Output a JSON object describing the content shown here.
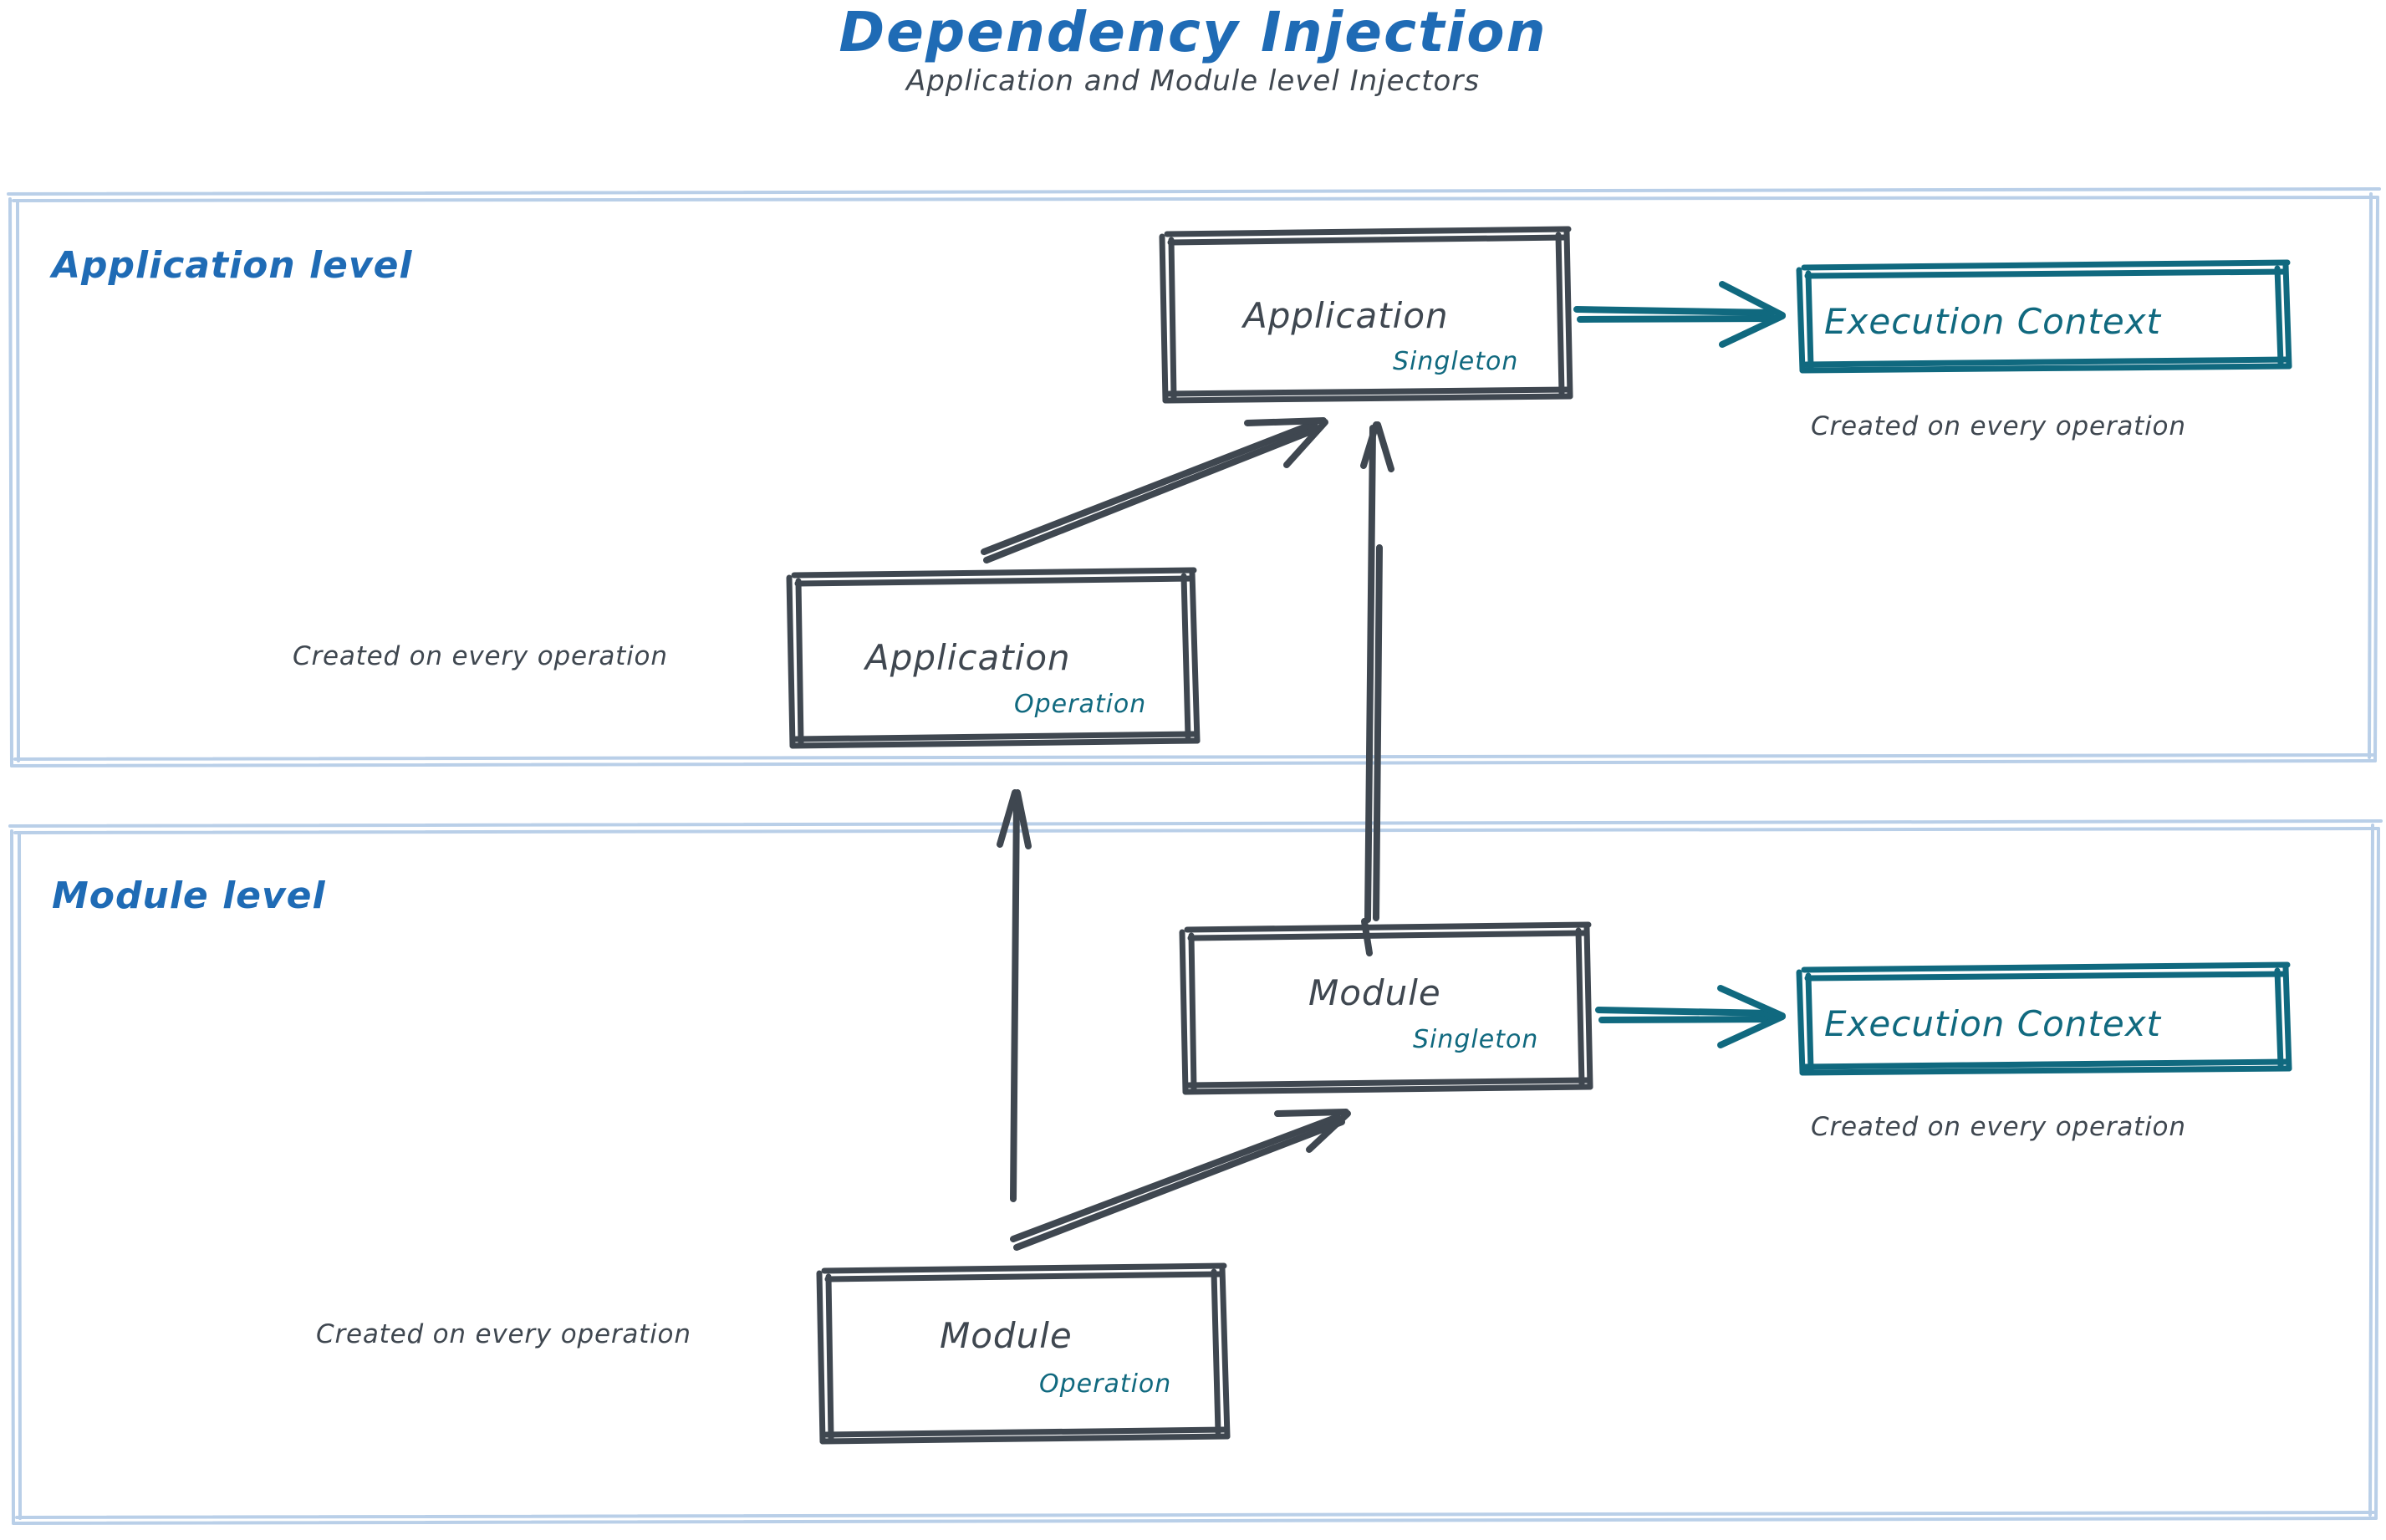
{
  "header": {
    "title": "Dependency Injection",
    "subtitle": "Application and Module level Injectors"
  },
  "colors": {
    "title_blue": "#1f6bb5",
    "section_blue": "#1f6bb5",
    "container_border": "#b9cfe8",
    "ink_dark": "#3f4750",
    "teal": "#10697f",
    "background": "#ffffff"
  },
  "sections": [
    {
      "id": "application-level",
      "label": "Application level",
      "nodes": [
        {
          "id": "application-singleton",
          "title": "Application",
          "scope": "Singleton",
          "style": "ink"
        },
        {
          "id": "application-execution-context",
          "title": "Execution Context",
          "scope": "",
          "style": "teal",
          "caption": "Created on every operation"
        },
        {
          "id": "application-operation",
          "title": "Application",
          "scope": "Operation",
          "style": "ink",
          "caption": "Created on every operation"
        }
      ]
    },
    {
      "id": "module-level",
      "label": "Module level",
      "nodes": [
        {
          "id": "module-singleton",
          "title": "Module",
          "scope": "Singleton",
          "style": "ink"
        },
        {
          "id": "module-execution-context",
          "title": "Execution Context",
          "scope": "",
          "style": "teal",
          "caption": "Created on every operation"
        },
        {
          "id": "module-operation",
          "title": "Module",
          "scope": "Operation",
          "style": "ink",
          "caption": "Created on every operation"
        }
      ]
    }
  ],
  "labels": {
    "application_level": "Application level",
    "module_level": "Module level",
    "application_singleton_title": "Application",
    "application_singleton_scope": "Singleton",
    "application_operation_title": "Application",
    "application_operation_scope": "Operation",
    "module_singleton_title": "Module",
    "module_singleton_scope": "Singleton",
    "module_operation_title": "Module",
    "module_operation_scope": "Operation",
    "execution_context_top": "Execution Context",
    "execution_context_bottom": "Execution Context",
    "caption_app_ctx": "Created on every operation",
    "caption_app_operation": "Created on every operation",
    "caption_module_ctx": "Created on every operation",
    "caption_module_operation": "Created on every operation"
  },
  "edges": [
    {
      "id": "app-singleton-to-exec-ctx",
      "from": "application-singleton",
      "to": "application-execution-context",
      "style": "teal-arrow"
    },
    {
      "id": "app-operation-to-app-singleton",
      "from": "application-operation",
      "to": "application-singleton",
      "style": "ink-arrow"
    },
    {
      "id": "module-singleton-to-app-singleton",
      "from": "module-singleton",
      "to": "application-singleton",
      "style": "ink-arrow"
    },
    {
      "id": "module-singleton-to-exec-ctx",
      "from": "module-singleton",
      "to": "module-execution-context",
      "style": "teal-arrow"
    },
    {
      "id": "module-operation-to-module-singleton",
      "from": "module-operation",
      "to": "module-singleton",
      "style": "ink-arrow"
    },
    {
      "id": "module-operation-to-app-level",
      "from": "module-operation",
      "to": "application-level",
      "style": "ink-arrow"
    }
  ]
}
